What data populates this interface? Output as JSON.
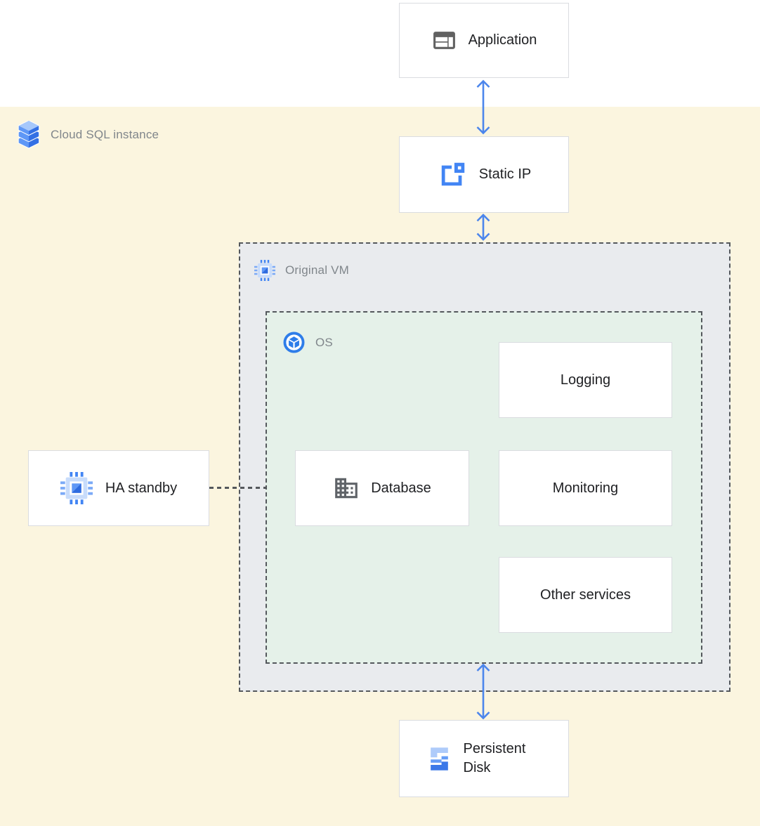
{
  "legend": {
    "label": "Cloud SQL instance",
    "icon": "cloud-sql-icon"
  },
  "containers": {
    "original_vm": {
      "label": "Original VM",
      "icon": "compute-vm-chip-icon"
    },
    "os": {
      "label": "OS",
      "icon": "os-cube-icon"
    }
  },
  "nodes": {
    "application": {
      "label": "Application",
      "icon": "web-app-icon"
    },
    "static_ip": {
      "label": "Static IP",
      "icon": "static-ip-icon"
    },
    "ha_standby": {
      "label": "HA standby",
      "icon": "compute-vm-chip-icon"
    },
    "database": {
      "label": "Database",
      "icon": "building-icon"
    },
    "logging": {
      "label": "Logging"
    },
    "monitoring": {
      "label": "Monitoring"
    },
    "other_services": {
      "label": "Other services"
    },
    "persistent_disk": {
      "label": "Persistent Disk",
      "icon": "persistent-disk-icon"
    }
  },
  "connections": [
    {
      "from": "application",
      "to": "static_ip",
      "style": "double-arrow"
    },
    {
      "from": "static_ip",
      "to": "original_vm",
      "style": "double-arrow"
    },
    {
      "from": "os",
      "to": "persistent_disk",
      "style": "double-arrow"
    },
    {
      "from": "ha_standby",
      "to": "os",
      "style": "dashed-line"
    }
  ],
  "colors": {
    "accent_blue": "#4C86EC",
    "bg_yellow": "#FBF5DF",
    "vm_bg": "#E9EBEE",
    "os_bg": "#E5F1E9",
    "label_gray": "#80868B",
    "text_dark": "#202124",
    "border_light": "#DADCE0",
    "dash_dark": "#54585C"
  }
}
